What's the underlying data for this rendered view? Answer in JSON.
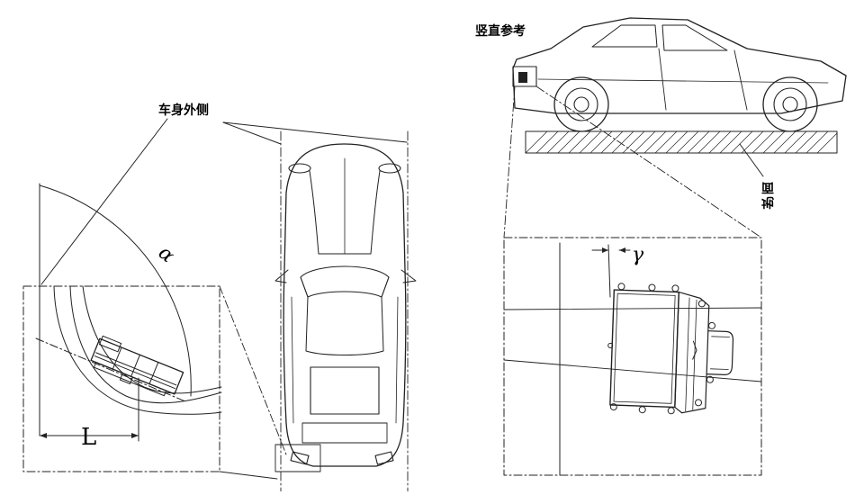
{
  "labels": {
    "body_outer_side": "车身外侧",
    "vertical_reference": "竖直参考",
    "ground": "地面",
    "angle_alpha": "α",
    "angle_gamma": "γ",
    "length_L": "L"
  }
}
